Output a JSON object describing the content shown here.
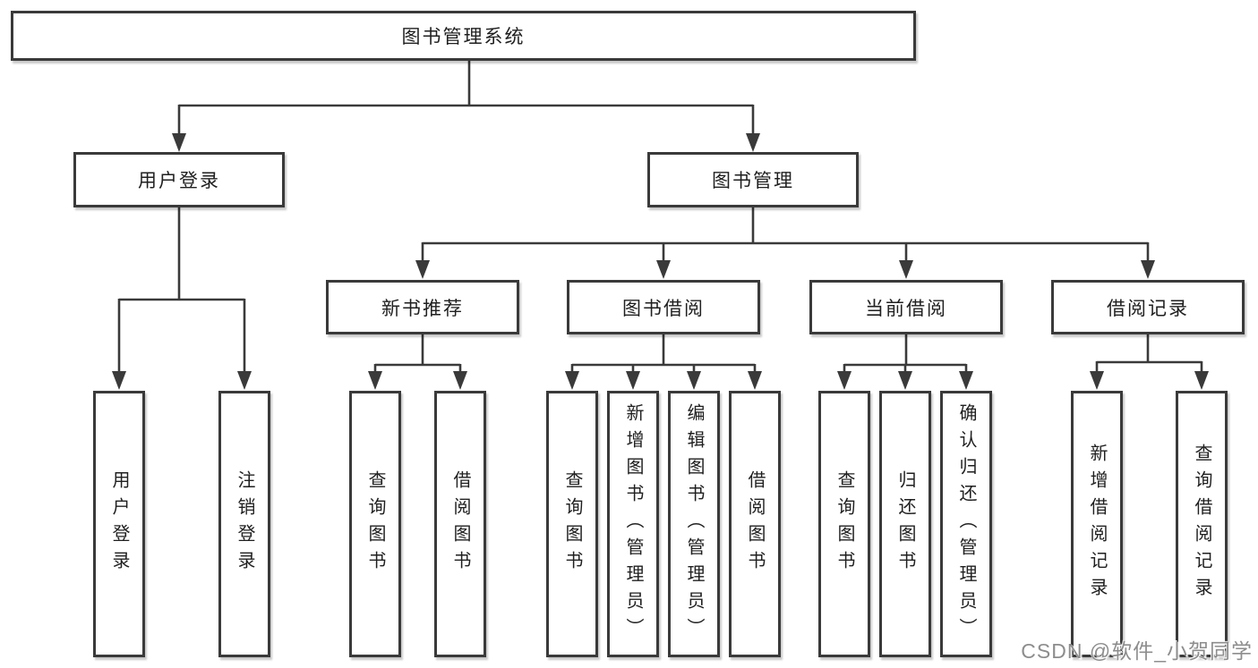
{
  "tree": {
    "root": {
      "label": "图书管理系统"
    },
    "branches": [
      {
        "label": "用户登录",
        "children": [
          {
            "label": "用户登录"
          },
          {
            "label": "注销登录"
          }
        ]
      },
      {
        "label": "图书管理",
        "children": [
          {
            "label": "新书推荐",
            "children": [
              {
                "label": "查询图书"
              },
              {
                "label": "借阅图书"
              }
            ]
          },
          {
            "label": "图书借阅",
            "children": [
              {
                "label": "查询图书"
              },
              {
                "label": "新增图书（管理员）"
              },
              {
                "label": "编辑图书（管理员）"
              },
              {
                "label": "借阅图书"
              }
            ]
          },
          {
            "label": "当前借阅",
            "children": [
              {
                "label": "查询图书"
              },
              {
                "label": "归还图书"
              },
              {
                "label": "确认归还（管理员）"
              }
            ]
          },
          {
            "label": "借阅记录",
            "children": [
              {
                "label": "新增借阅记录"
              },
              {
                "label": "查询借阅记录"
              }
            ]
          }
        ]
      }
    ]
  },
  "watermark": "CSDN @软件_小贺同学",
  "colors": {
    "line": "#3a3a3a",
    "box_border": "#3a3a3a",
    "box_fill": "#ffffff",
    "text": "#1f1f1f",
    "watermark": "#8d8d8d",
    "background": "#ffffff"
  }
}
